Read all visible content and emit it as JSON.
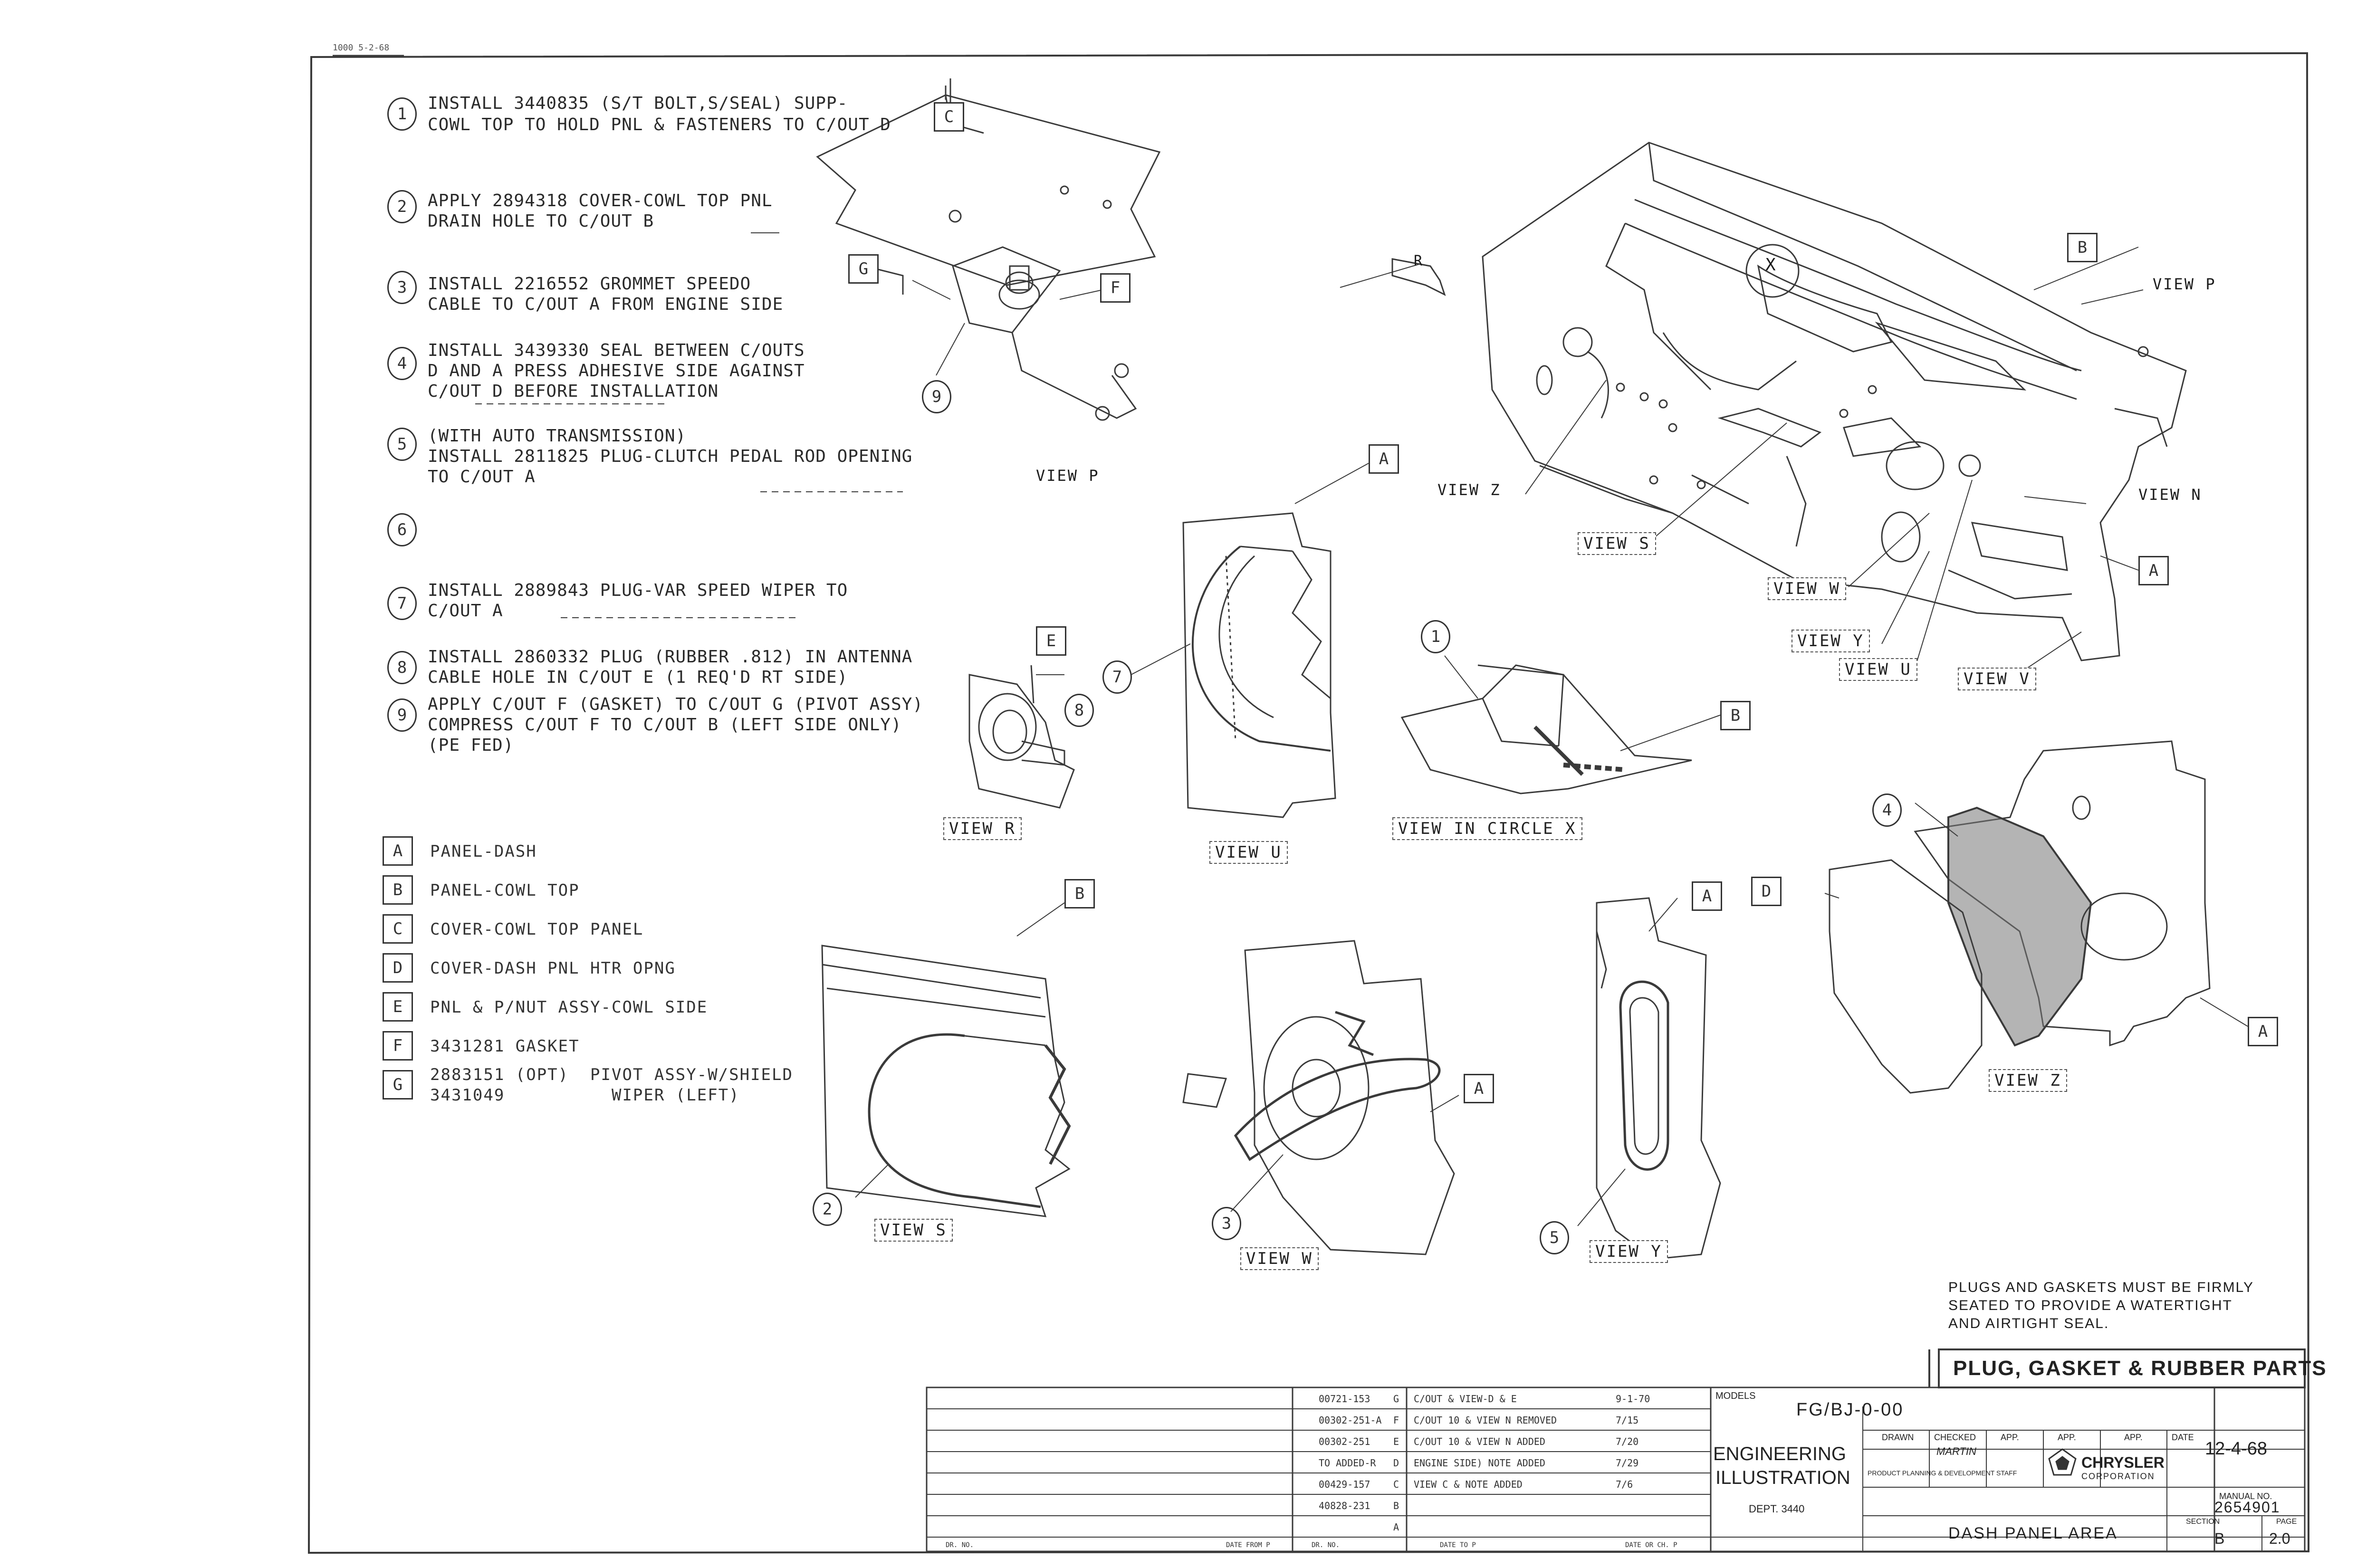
{
  "header": {
    "stamp": "1000 5-2-68"
  },
  "notes": [
    {
      "num": "1",
      "lines": [
        "INSTALL 3440835 (S/T BOLT,S/SEAL) SUPP-",
        "COWL TOP TO HOLD PNL & FASTENERS TO C/OUT D"
      ]
    },
    {
      "num": "2",
      "lines": [
        "APPLY 2894318 COVER-COWL TOP PNL",
        "DRAIN HOLE TO C/OUT B"
      ]
    },
    {
      "num": "3",
      "lines": [
        "INSTALL 2216552 GROMMET SPEEDO",
        "CABLE TO C/OUT A FROM ENGINE SIDE"
      ]
    },
    {
      "num": "4",
      "lines": [
        "INSTALL 3439330 SEAL BETWEEN C/OUTS",
        "D AND A PRESS ADHESIVE SIDE AGAINST",
        "C/OUT D BEFORE INSTALLATION"
      ]
    },
    {
      "num": "5",
      "lines": [
        "(WITH AUTO TRANSMISSION)",
        "INSTALL 2811825 PLUG-CLUTCH PEDAL ROD OPENING",
        "TO C/OUT A"
      ]
    },
    {
      "num": "6",
      "lines": [
        ""
      ]
    },
    {
      "num": "7",
      "lines": [
        "INSTALL 2889843 PLUG-VAR SPEED WIPER TO",
        "C/OUT A"
      ]
    },
    {
      "num": "8",
      "lines": [
        "INSTALL 2860332 PLUG (RUBBER .812) IN ANTENNA",
        "CABLE HOLE IN C/OUT E (1 REQ'D RT SIDE)"
      ]
    },
    {
      "num": "9",
      "lines": [
        "APPLY C/OUT F (GASKET) TO C/OUT G (PIVOT ASSY)",
        "COMPRESS C/OUT F TO C/OUT B (LEFT SIDE ONLY)",
        "(PE FED)"
      ]
    }
  ],
  "legend": [
    {
      "key": "A",
      "text": "PANEL-DASH"
    },
    {
      "key": "B",
      "text": "PANEL-COWL TOP"
    },
    {
      "key": "C",
      "text": "COVER-COWL TOP PANEL"
    },
    {
      "key": "D",
      "text": "COVER-DASH PNL HTR OPNG"
    },
    {
      "key": "E",
      "text": "PNL & P/NUT ASSY-COWL SIDE"
    },
    {
      "key": "F",
      "text": "3431281 GASKET"
    },
    {
      "key": "G",
      "text": "2883151 (OPT)  PIVOT ASSY-W/SHIELD"
    },
    {
      "key": "",
      "text": "3431049          WIPER (LEFT)"
    }
  ],
  "views": {
    "p_small": "VIEW P",
    "p_callout": "VIEW P",
    "r": "VIEW R",
    "u": "VIEW U",
    "circle_x": "VIEW IN CIRCLE X",
    "z_callout": "VIEW Z",
    "s_callout": "VIEW S",
    "w_callout": "VIEW W",
    "y_callout": "VIEW Y",
    "u_callout": "VIEW U",
    "v_callout": "VIEW V",
    "n_callout": "VIEW N",
    "s": "VIEW S",
    "w": "VIEW W",
    "y": "VIEW Y",
    "z": "VIEW Z",
    "x_mark": "X",
    "r_mark": "R"
  },
  "seal_note": [
    "PLUGS AND GASKETS MUST BE FIRMLY",
    "SEATED TO PROVIDE A WATERTIGHT",
    "AND AIRTIGHT SEAL."
  ],
  "title_block": {
    "title": "PLUG, GASKET & RUBBER PARTS",
    "models_label": "MODELS",
    "models": "FG/BJ-0-00",
    "eng1": "ENGINEERING",
    "eng2": "ILLUSTRATION",
    "dept": "DEPT. 3440",
    "staff": "PRODUCT PLANNING & DEVELOPMENT STAFF",
    "company": "CHRYSLER",
    "corp": "CORPORATION",
    "drawn_label": "DRAWN",
    "checked_label": "CHECKED",
    "app_label": "APP.",
    "date_label": "DATE",
    "date": "12-4-68",
    "checked_by": "MARTIN",
    "manual_label": "MANUAL NO.",
    "manual_no": "2654901",
    "section_label": "SECTION",
    "page_label": "PAGE",
    "section": "B",
    "page": "2.0",
    "area": "DASH PANEL AREA",
    "revisions": [
      {
        "eo": "00721-153",
        "ltr": "G",
        "desc": "C/OUT & VIEW-D & E",
        "date": "9-1-70"
      },
      {
        "eo": "00302-251-A",
        "ltr": "F",
        "desc": "C/OUT 10 & VIEW N REMOVED",
        "date": "7/15"
      },
      {
        "eo": "00302-251",
        "ltr": "E",
        "desc": "C/OUT 10 & VIEW N ADDED",
        "date": "7/20"
      },
      {
        "eo": "TO ADDED-R",
        "ltr": "D",
        "desc": "ENGINE SIDE) NOTE ADDED",
        "date": "7/29"
      },
      {
        "eo": "00429-157",
        "ltr": "C",
        "desc": "VIEW C & NOTE ADDED",
        "date": "7/6"
      },
      {
        "eo": "40828-231",
        "ltr": "B",
        "desc": "",
        "date": ""
      },
      {
        "eo": "",
        "ltr": "A",
        "desc": "",
        "date": ""
      }
    ],
    "footer_cells": [
      "DR. NO.",
      "DATE FROM P",
      "DR. NO.",
      "DATE TO P",
      "DATE OR CH. P"
    ]
  }
}
